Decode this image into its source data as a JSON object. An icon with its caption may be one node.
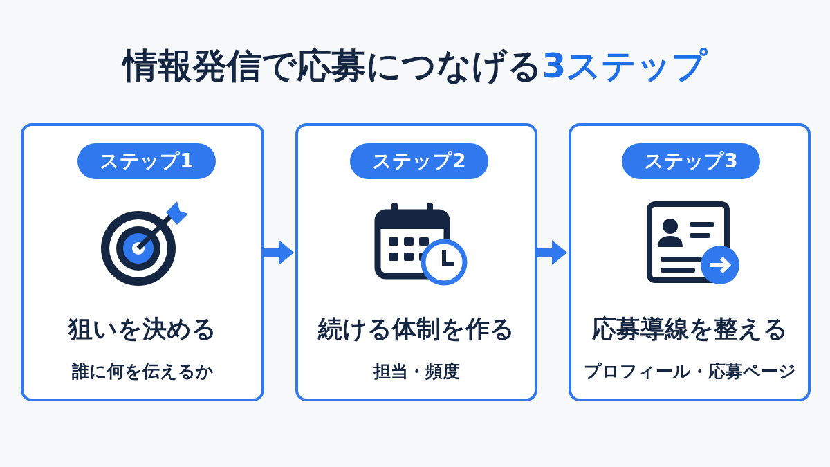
{
  "diagram": {
    "title": "情報発信で応募につなげる**3ステップ**",
    "nodes": [
      {
        "text": [
          "狙いを決める",
          "誰に何を伝えるか"
        ]
      },
      {
        "text": [
          "ステップ1"
        ],
        "in": 0
      },
      {
        "text": [
          "続ける体制を作る",
          "担当・頻度"
        ]
      },
      {
        "text": [
          "ステップ2"
        ],
        "in": 2
      },
      {
        "text": [
          "応募導線を整える",
          "プロフィール・応募ページ"
        ]
      },
      {
        "text": [
          "ステップ3"
        ],
        "in": 4
      }
    ],
    "edges": [
      {
        "from": 0,
        "to": 2,
        "arrow": "to"
      },
      {
        "from": 2,
        "to": 4,
        "arrow": "to"
      }
    ]
  }
}
